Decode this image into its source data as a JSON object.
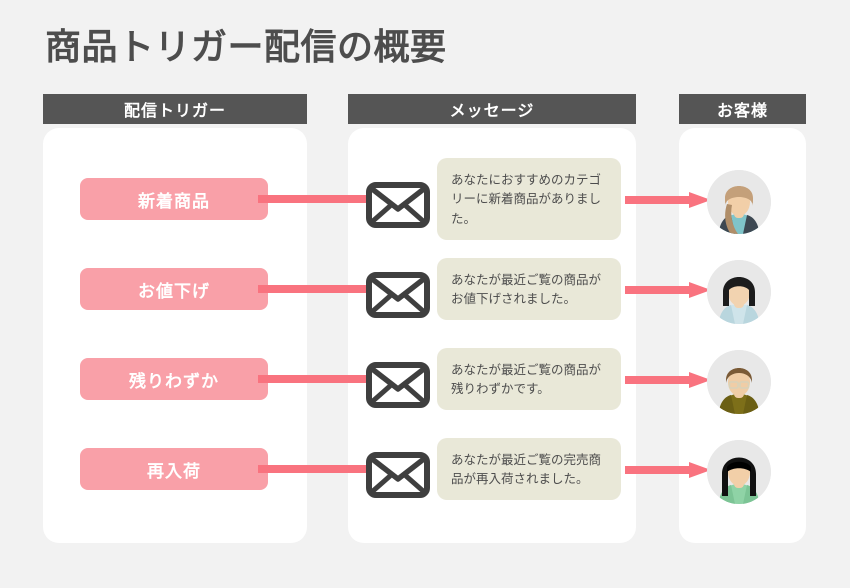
{
  "title": "商品トリガー配信の概要",
  "colors": {
    "background": "#f2f2f2",
    "header_bar": "#555555",
    "panel": "#ffffff",
    "trigger_pill": "#f9a0a8",
    "connector": "#f9737f",
    "message_bubble": "#e9e8d8",
    "title_text": "#4d4d4d",
    "envelope_stroke": "#3f3f3f"
  },
  "columns": [
    {
      "id": "trigger",
      "header": "配信トリガー"
    },
    {
      "id": "message",
      "header": "メッセージ"
    },
    {
      "id": "customer",
      "header": "お客様"
    }
  ],
  "rows": [
    {
      "trigger_label": "新着商品",
      "message_text": "あなたにおすすめのカテゴリーに新着商品がありました。",
      "envelope_icon": "envelope-icon",
      "arrow_icon": "arrow-right-icon",
      "avatar": {
        "name": "avatar-blonde-braid",
        "hair": "#c4a07a",
        "hair_dark": "#b08e69",
        "skin": "#f2cfa8",
        "top": "#7fc4c9",
        "vest": "#3d4852"
      }
    },
    {
      "trigger_label": "お値下げ",
      "message_text": "あなたが最近ご覧の商品がお値下げされました。",
      "envelope_icon": "envelope-icon",
      "arrow_icon": "arrow-right-icon",
      "avatar": {
        "name": "avatar-dark-bob",
        "hair": "#1c1c1c",
        "hair_dark": "#111111",
        "skin": "#f2d3b0",
        "top": "#cfe4ea",
        "vest": "#b9d6de"
      }
    },
    {
      "trigger_label": "残りわずか",
      "message_text": "あなたが最近ご覧の商品が残りわずかです。",
      "envelope_icon": "envelope-icon",
      "arrow_icon": "arrow-right-icon",
      "avatar": {
        "name": "avatar-glasses-man",
        "hair": "#7a5a36",
        "hair_dark": "#66491f",
        "skin": "#f0cda6",
        "top": "#7d6f19",
        "vest": "#6b5f14"
      }
    },
    {
      "trigger_label": "再入荷",
      "message_text": "あなたが最近ご覧の完売商品が再入荷されました。",
      "envelope_icon": "envelope-icon",
      "arrow_icon": "arrow-right-icon",
      "avatar": {
        "name": "avatar-long-black-hair",
        "hair": "#111111",
        "hair_dark": "#000000",
        "skin": "#f2cfa8",
        "top": "#8fd3a6",
        "vest": "#7cc495"
      }
    }
  ]
}
